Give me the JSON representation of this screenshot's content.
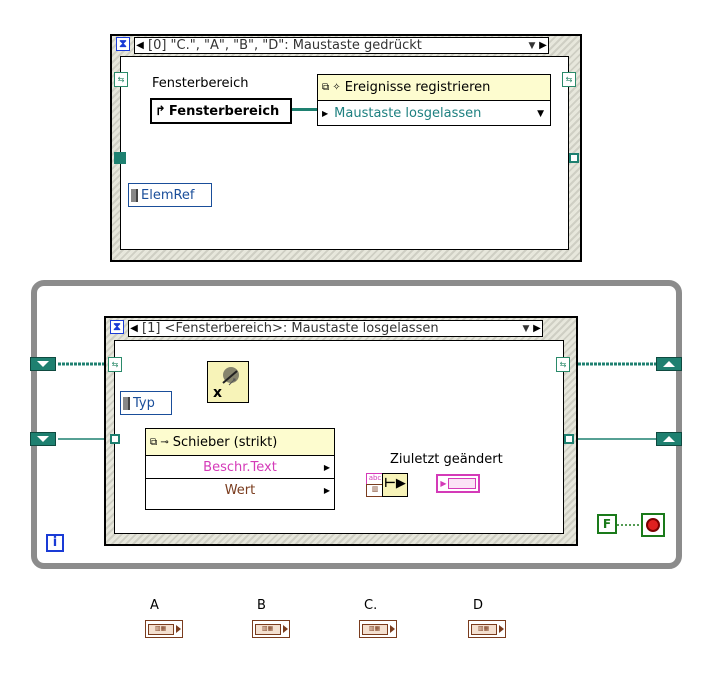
{
  "top_event": {
    "selector_text": "[0] \"C.\", \"A\", \"B\", \"D\": Maustaste gedrückt",
    "fensterbereich_label": "Fensterbereich",
    "fensterbereich_node": "Fensterbereich",
    "register_node_title": "Ereignisse registrieren",
    "register_node_item": "Maustaste losgelassen",
    "elemref_label": "ElemRef"
  },
  "while_loop": {
    "iteration_label": "i",
    "stop_constant": "F"
  },
  "bottom_event": {
    "selector_text": "[1] <Fensterbereich>: Maustaste losgelassen",
    "typ_label": "Typ",
    "property_node_title": "Schieber (strikt)",
    "property_rows": [
      "Beschr.Text",
      "Wert"
    ],
    "ziuletzt_label": "Ziuletzt geändert"
  },
  "constants": [
    {
      "label": "A"
    },
    {
      "label": "B"
    },
    {
      "label": "C."
    },
    {
      "label": "D"
    }
  ],
  "colors": {
    "wire_teal": "#1e8070",
    "wire_pink": "#e83ccf",
    "wire_brown": "#7a3c1e",
    "frame_blue": "#1a3bd6",
    "loop_gray": "#8c8c8c",
    "stop_red": "#e02020",
    "false_green": "#1a7a1a"
  }
}
